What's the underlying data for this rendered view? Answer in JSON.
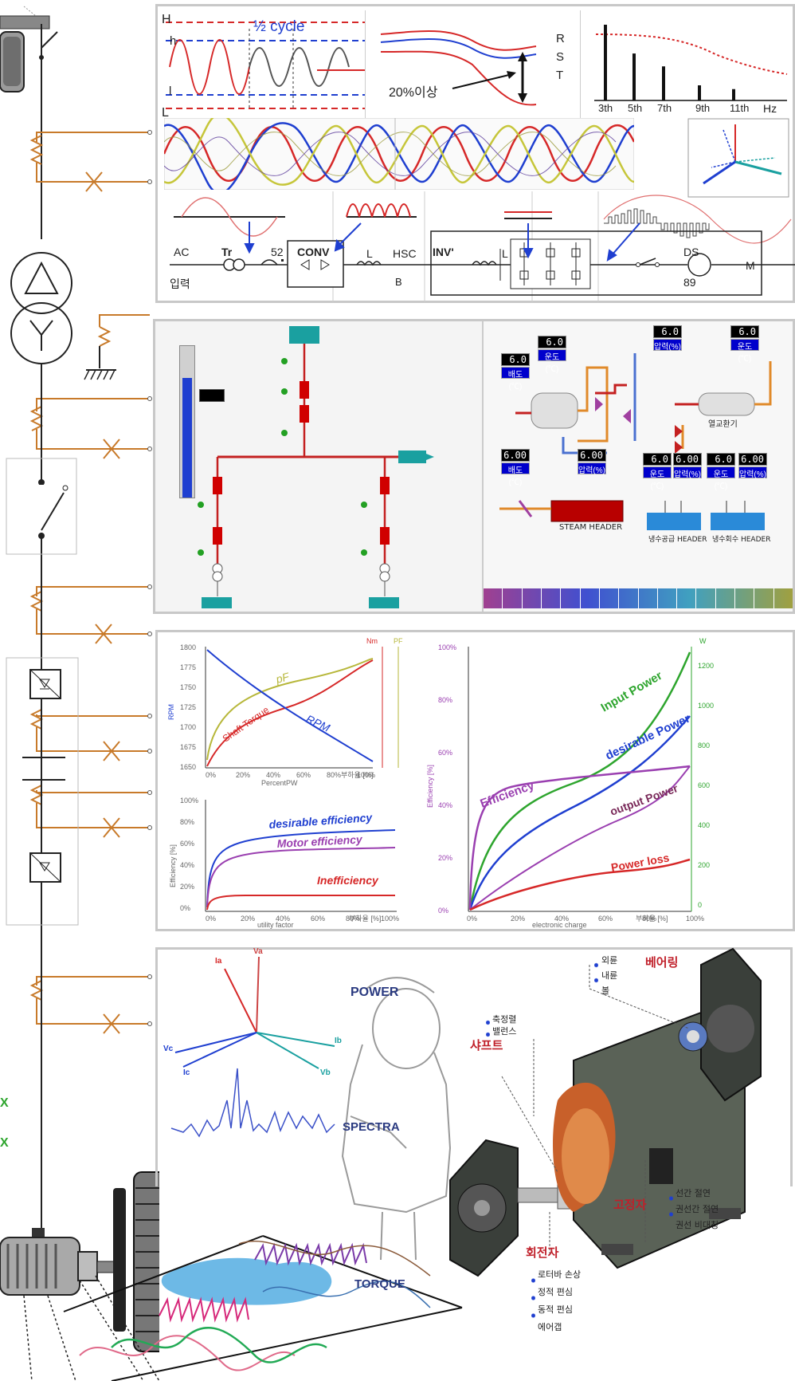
{
  "harmonics_panel": {
    "letters": {
      "H": "H",
      "h": "h",
      "l": "l",
      "L": "L"
    },
    "cycle_label": "½ cycle",
    "rst": [
      "R",
      "S",
      "T"
    ],
    "sag_label": "20%이상",
    "harmonic_orders": [
      "3th",
      "5th",
      "7th",
      "9th",
      "11th"
    ],
    "hz": "Hz",
    "bars": [
      1.0,
      0.62,
      0.45,
      0.2,
      0.15
    ]
  },
  "drive_panel": {
    "ac": "AC",
    "input": "입력",
    "tr": "Tr",
    "breaker_52": "52",
    "conv": "CONV",
    "l1": "L",
    "hsc": "HSC",
    "b": "B",
    "inv": "INV'",
    "l2": "L",
    "ds": "DS",
    "n89": "89",
    "motor": "M"
  },
  "scada_panel": {
    "values": [
      "6.0",
      "6.0",
      "6.0",
      "6.0",
      "6.00",
      "6.00",
      "6.0",
      "6.00",
      "6.0",
      "6.00"
    ],
    "units": [
      "운도(℃)",
      "배도(℃)",
      "압력(%)",
      "운도(℃)",
      "배도(℃)",
      "압력(%)",
      "운도(℃)",
      "압력(%)",
      "운도(℃)",
      "압력(%)"
    ],
    "labels": {
      "heat_exchanger": "열교환기",
      "steam_header": "STEAM HEADER",
      "supply_header": "냉수공급 HEADER",
      "return_header": "냉수회수 HEADER"
    }
  },
  "charts_panel": {
    "torque_chart": {
      "y_ticks": [
        "1800",
        "1775",
        "1750",
        "1725",
        "1700",
        "1675",
        "1650"
      ],
      "x_ticks": [
        "0%",
        "20%",
        "40%",
        "60%",
        "80%",
        "100%"
      ],
      "right_label_nm": "Nm",
      "right_label_pf": "PF",
      "ylabel": "RPM",
      "xlabel": "PercentPW",
      "xunit": "부하율 [%]",
      "curves": {
        "pf": "pF",
        "torque": "Shaft Torque",
        "rpm": "RPM"
      }
    },
    "eff_chart": {
      "y_ticks": [
        "100%",
        "80%",
        "60%",
        "40%",
        "20%",
        "0%"
      ],
      "x_ticks": [
        "0%",
        "20%",
        "40%",
        "60%",
        "80%",
        "100%"
      ],
      "ylabel": "Efficiency [%]",
      "xlabel": "utility factor",
      "xunit": "부하율 [%]",
      "curves": {
        "desirable": "desirable efficiency",
        "motor": "Motor efficiency",
        "inefficiency": "Inefficiency"
      }
    },
    "power_chart": {
      "y_ticks": [
        "100%",
        "80%",
        "60%",
        "40%",
        "20%",
        "0%"
      ],
      "right_ticks": [
        "1200",
        "1000",
        "800",
        "600",
        "400",
        "200",
        "0"
      ],
      "x_ticks": [
        "0%",
        "20%",
        "40%",
        "60%",
        "80%",
        "100%"
      ],
      "right_label": "W",
      "ylabel": "Efficiency [%]",
      "xlabel": "electronic charge",
      "xunit": "부하율 [%]",
      "curves": {
        "input": "Input Power",
        "desirable": "desirable Power",
        "efficiency": "Efficiency",
        "output": "output Power",
        "loss": "Power loss"
      }
    }
  },
  "motor_panel": {
    "power": "POWER",
    "spectra": "SPECTRA",
    "torque": "TORQUE",
    "bearing": "베어링",
    "bearing_items": [
      "외륜",
      "내륜",
      "볼"
    ],
    "shaft": "샤프트",
    "shaft_items": [
      "축정렬",
      "밸런스"
    ],
    "stator": "고정자",
    "stator_items": [
      "선간 절연",
      "권선간 절연",
      "권선 비대칭"
    ],
    "rotor": "회전자",
    "rotor_items": [
      "로터바 손상",
      "정적 편심",
      "동적 편심",
      "에어갭"
    ],
    "vectors": {
      "ia": "Ia",
      "va": "Va",
      "ib": "Ib",
      "vb": "Vb",
      "ic": "Ic",
      "vc": "Vc"
    }
  },
  "single_line": {
    "x_marks": [
      "X",
      "X"
    ]
  },
  "colors": {
    "tap": "#c87a2a",
    "red": "#d62828",
    "blue": "#1f3fd0",
    "green": "#2ea52e",
    "olive": "#b7b73a",
    "purple": "#9a3fb0"
  }
}
